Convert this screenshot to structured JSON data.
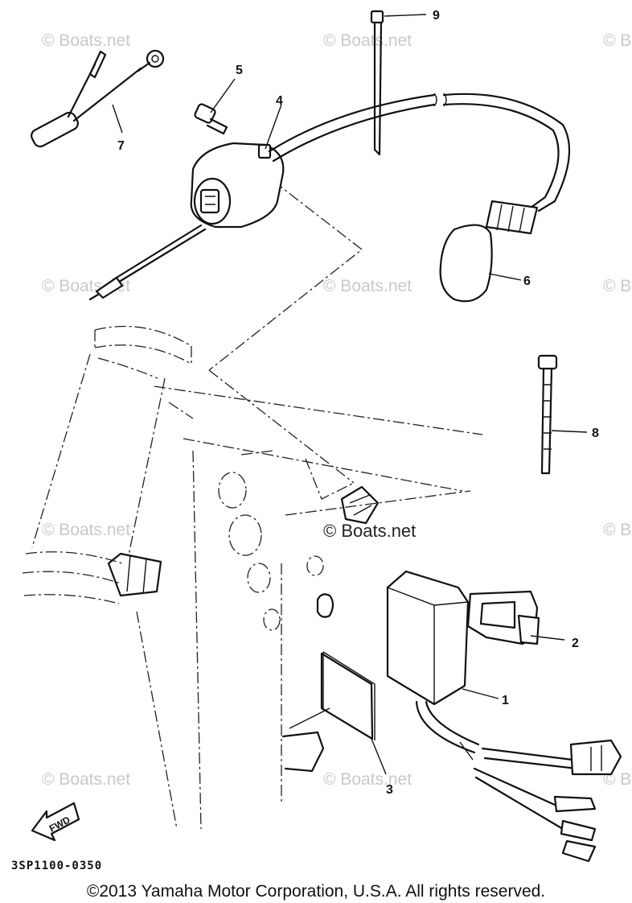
{
  "callouts": [
    {
      "id": "callout-1",
      "label": "1"
    },
    {
      "id": "callout-2",
      "label": "2"
    },
    {
      "id": "callout-3",
      "label": "3"
    },
    {
      "id": "callout-4",
      "label": "4"
    },
    {
      "id": "callout-5",
      "label": "5"
    },
    {
      "id": "callout-6",
      "label": "6"
    },
    {
      "id": "callout-7",
      "label": "7"
    },
    {
      "id": "callout-8",
      "label": "8"
    },
    {
      "id": "callout-9",
      "label": "9"
    }
  ],
  "watermark": {
    "text": "© Boats.net",
    "center_text": "© Boats.net",
    "edge_mark": "© B"
  },
  "fwd_label": "FWD",
  "diagram_code": "3SP1100-0350",
  "copyright": "©2013 Yamaha Motor Corporation, U.S.A. All rights reserved.",
  "colors": {
    "ink": "#111111",
    "watermark": "#c9c9c9",
    "background": "#ffffff"
  }
}
